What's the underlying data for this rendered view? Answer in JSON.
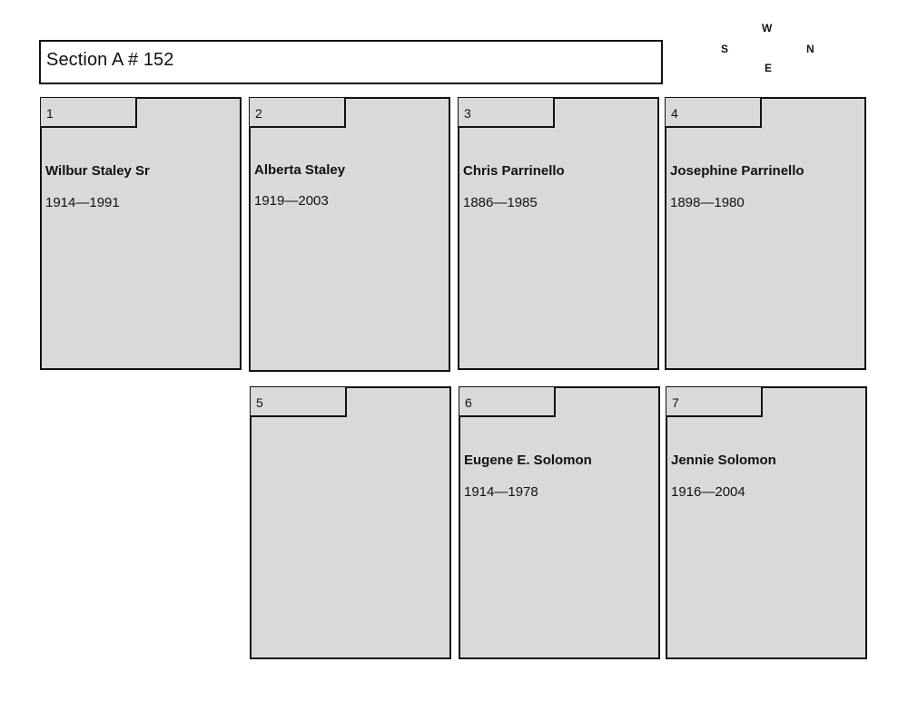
{
  "header": {
    "title": "Section A # 152"
  },
  "compass": {
    "top": "W",
    "left": "S",
    "right": "N",
    "bottom": "E"
  },
  "plots": [
    {
      "number": "1",
      "name": "Wilbur Staley Sr",
      "dates": "1914—1991"
    },
    {
      "number": "2",
      "name": "Alberta Staley",
      "dates": "1919—2003"
    },
    {
      "number": "3",
      "name": "Chris Parrinello",
      "dates": "1886—1985"
    },
    {
      "number": "4",
      "name": "Josephine Parrinello",
      "dates": "1898—1980"
    },
    {
      "number": "5",
      "name": "",
      "dates": ""
    },
    {
      "number": "6",
      "name": "Eugene E. Solomon",
      "dates": "1914—1978"
    },
    {
      "number": "7",
      "name": "Jennie Solomon",
      "dates": "1916—2004"
    }
  ],
  "colors": {
    "plot_fill": "#d9d9d9",
    "border": "#111111",
    "background": "#ffffff"
  }
}
